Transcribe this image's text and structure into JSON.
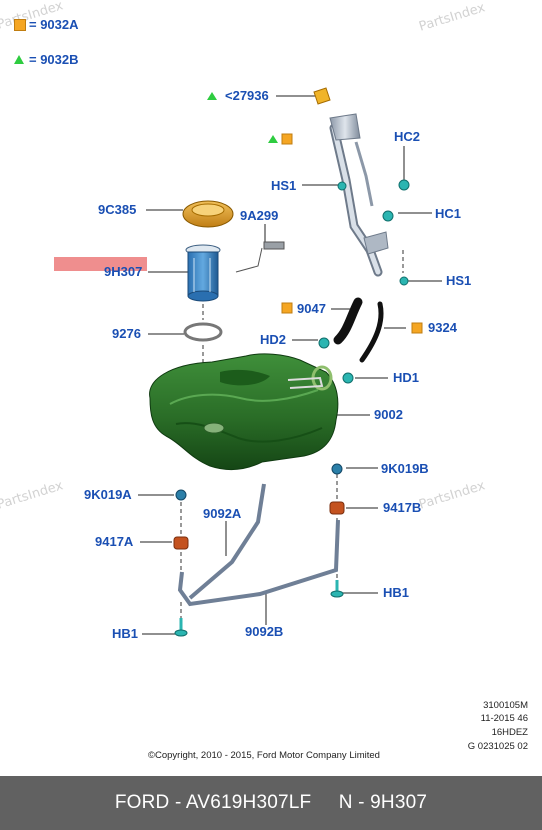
{
  "legend": {
    "square_code": "= 9032A",
    "triangle_code": "= 9032B"
  },
  "watermark": "PartsIndex",
  "labels": {
    "p27936": "<27936",
    "hc2": "HC2",
    "hs1_top": "HS1",
    "hc1": "HC1",
    "hs1_right": "HS1",
    "p9c385": "9C385",
    "p9a299": "9A299",
    "p9h307": "9H307",
    "p9276": "9276",
    "p9047": "9047",
    "p9324": "9324",
    "hd2": "HD2",
    "hd1": "HD1",
    "p9002": "9002",
    "p9k019b": "9K019B",
    "p9k019a": "9K019A",
    "p9092a": "9092A",
    "p9417b": "9417B",
    "p9417a": "9417A",
    "hb1_right": "HB1",
    "hb1_left": "HB1",
    "p9092b": "9092B"
  },
  "meta": {
    "line1": "3100105M",
    "line2": "11-2015 46",
    "line3": "16HDEZ",
    "line4": "G 0231025 02"
  },
  "copyright": "©Copyright, 2010 - 2015, Ford Motor Company Limited",
  "footer": {
    "part_number": "FORD - AV619H307LF",
    "reference": "N - 9H307"
  },
  "colors": {
    "label_blue": "#1a4fb3",
    "square_orange": "#f5a623",
    "triangle_green": "#2ecc40",
    "tank_green": "#2f7a2c",
    "footer_bg": "#616161",
    "highlight_red": "#ef8e8e"
  }
}
